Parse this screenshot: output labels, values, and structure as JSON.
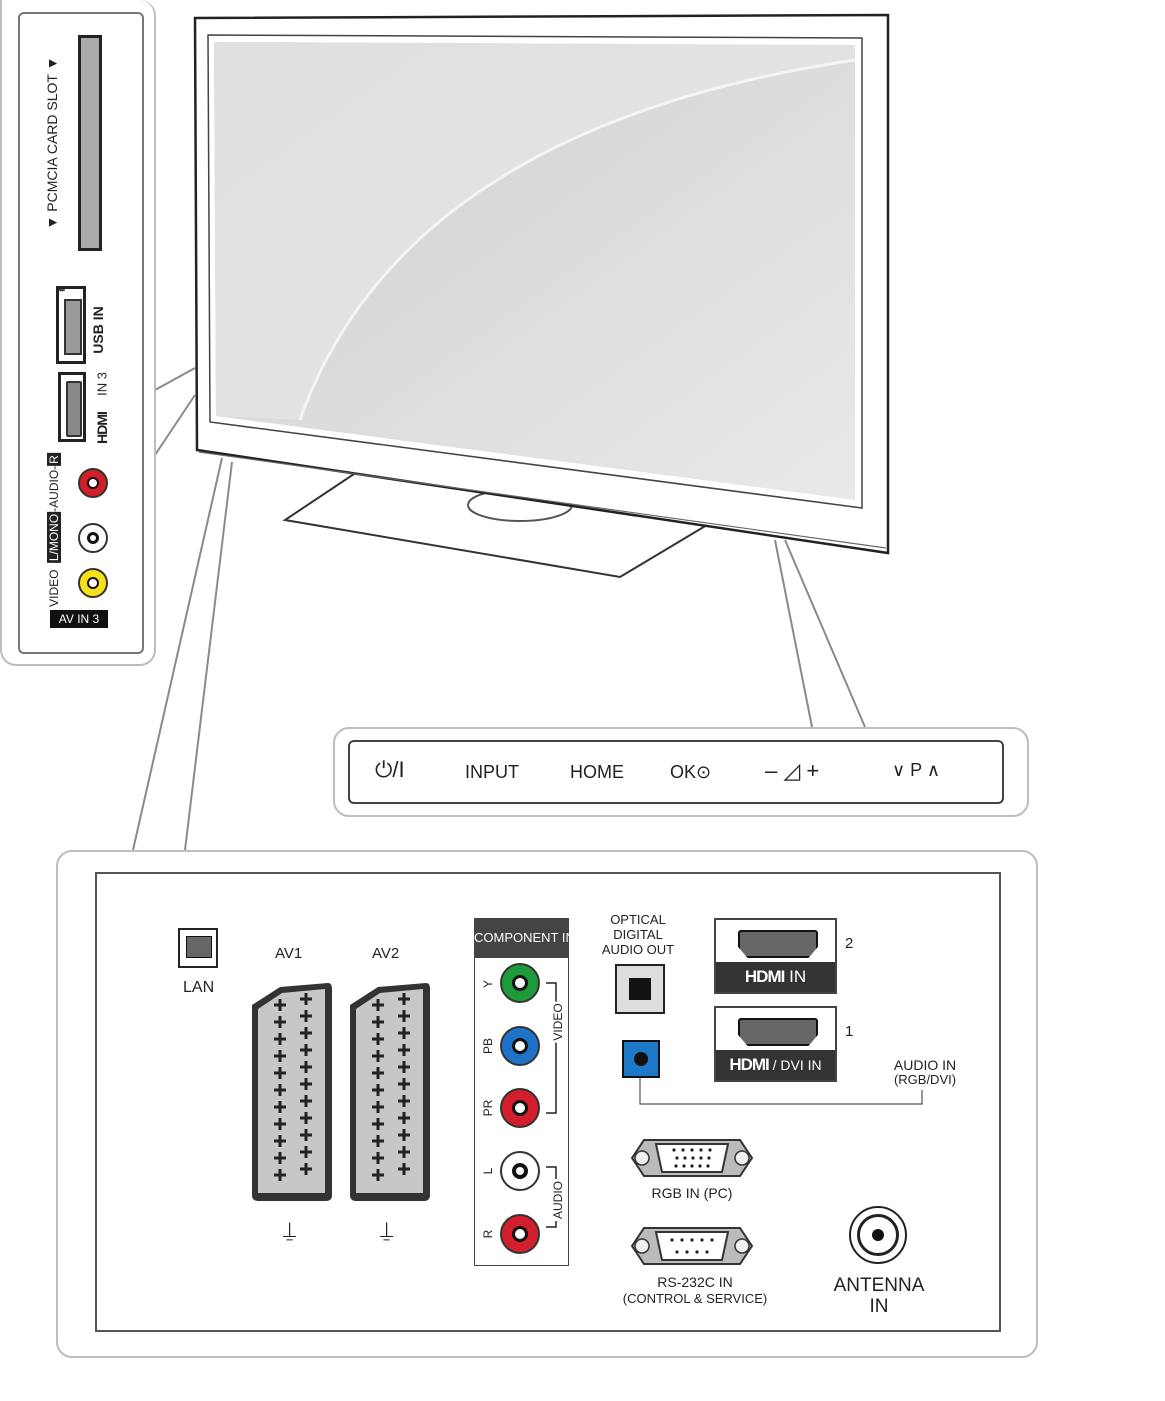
{
  "side_panel": {
    "pcmcia_label": "▼ PCMCIA CARD SLOT ▼",
    "usb_label": "USB IN",
    "hdmi_brand": "HDMI",
    "hdmi3_label": "IN 3",
    "av_row_video": "VIDEO",
    "av_row_lmono": "L/MONO",
    "av_row_audio": "-AUDIO-",
    "av_row_r": "R",
    "av_in3_label": "AV IN 3"
  },
  "control_bar": {
    "power_label": "⏻/I",
    "input_label": "INPUT",
    "home_label": "HOME",
    "ok_label": "OK⊙",
    "vol_label": "–  ◿  +",
    "prog_label": "∨  P  ∧"
  },
  "rear_panel": {
    "lan_label": "LAN",
    "av1_label": "AV1",
    "av2_label": "AV2",
    "component_label": "COMPONENT IN",
    "comp_y": "Y",
    "comp_pb": "PB",
    "comp_pr": "PR",
    "comp_l": "L",
    "comp_r": "R",
    "video_label": "VIDEO",
    "audio_label": "AUDIO",
    "optical_line1": "OPTICAL",
    "optical_line2": "DIGITAL",
    "optical_line3": "AUDIO OUT",
    "hdmi_in_brand": "HDMI",
    "hdmi_in_suffix": "IN",
    "hdmi_in_num": "2",
    "hdmi_dvi_suffix": "/ DVI IN",
    "hdmi_dvi_num": "1",
    "audio_in_line1": "AUDIO IN",
    "audio_in_line2": "(RGB/DVI)",
    "rgb_label": "RGB IN (PC)",
    "rs232_line1": "RS-232C IN",
    "rs232_line2": "(CONTROL & SERVICE)",
    "antenna_line1": "ANTENNA",
    "antenna_line2": "IN"
  }
}
